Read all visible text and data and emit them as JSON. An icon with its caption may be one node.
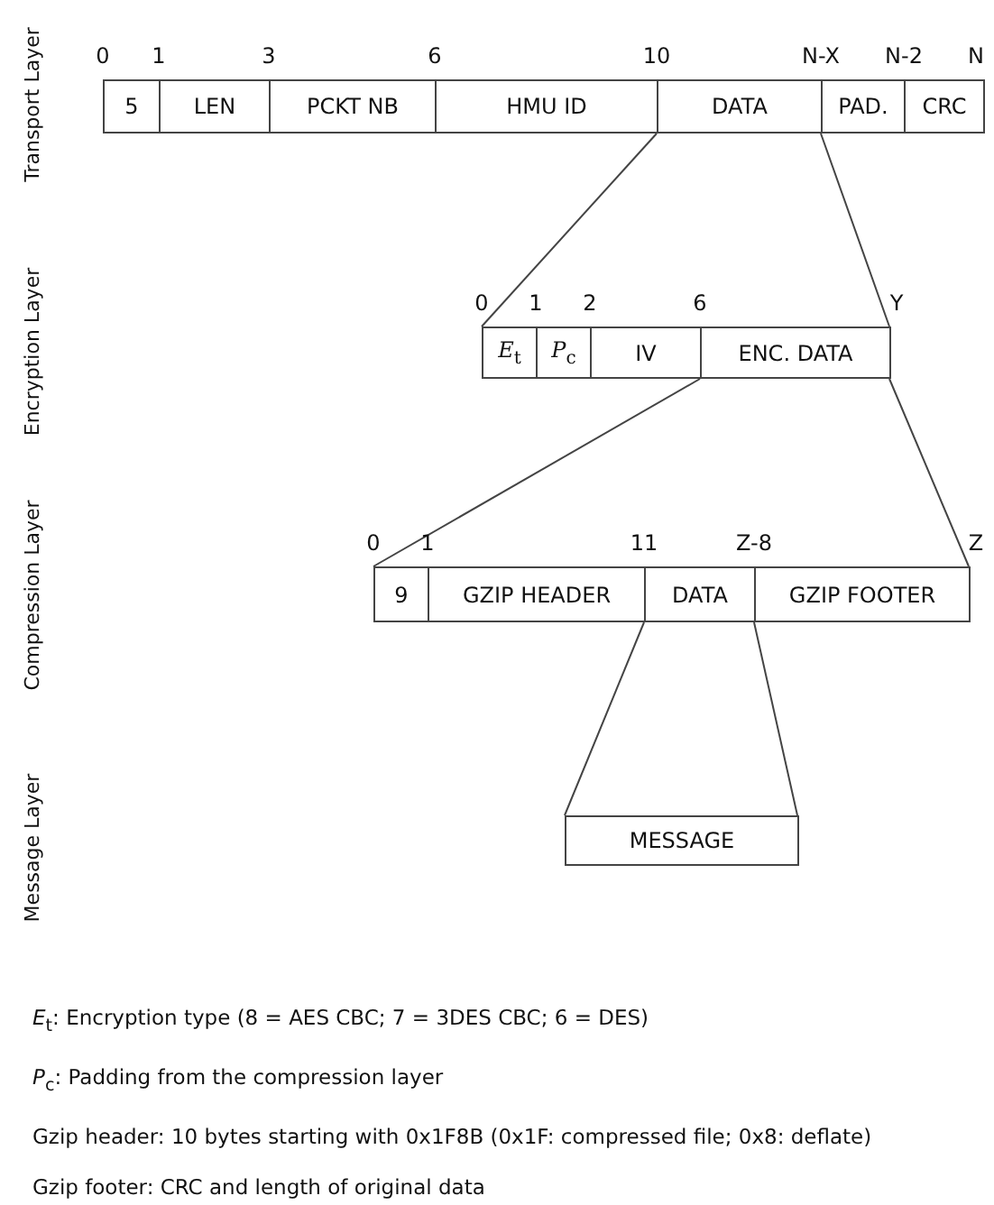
{
  "diagram": {
    "nodes": [
      {
        "text": [
          "5"
        ]
      },
      {
        "text": [
          "LEN"
        ]
      },
      {
        "text": [
          "PCKT NB"
        ]
      },
      {
        "text": [
          "HMU ID"
        ]
      },
      {
        "text": [
          "DATA"
        ]
      },
      {
        "text": [
          "PAD."
        ]
      },
      {
        "text": [
          "CRC"
        ]
      },
      {
        "text": [
          "*E*$_{t}$"
        ]
      },
      {
        "text": [
          "*P*$_{c}$"
        ]
      },
      {
        "text": [
          "IV"
        ]
      },
      {
        "text": [
          "ENC. DATA"
        ]
      },
      {
        "text": [
          "9"
        ]
      },
      {
        "text": [
          "GZIP HEADER"
        ]
      },
      {
        "text": [
          "DATA"
        ]
      },
      {
        "text": [
          "GZIP FOOTER"
        ]
      },
      {
        "text": [
          "MESSAGE"
        ]
      }
    ],
    "edges": [
      {
        "from": 4,
        "to": 7,
        "arrow": "none"
      },
      {
        "from": 4,
        "to": 10,
        "arrow": "none"
      },
      {
        "from": 10,
        "to": 11,
        "arrow": "none"
      },
      {
        "from": 10,
        "to": 14,
        "arrow": "none"
      },
      {
        "from": 13,
        "to": 15,
        "arrow": "none"
      },
      {
        "from": 13,
        "to": 15,
        "arrow": "none"
      }
    ],
    "labels": [
      "Transport Layer",
      "Encryption Layer",
      "Compression Layer",
      "Message Layer",
      "0",
      "1",
      "3",
      "6",
      "10",
      "N-X",
      "N-2",
      "N",
      "0",
      "1",
      "2",
      "6",
      "Y",
      "0",
      "1",
      "11",
      "Z-8",
      "Z",
      "*E*$_{t}$: Encryption type (8 = AES CBC; 7 = 3DES CBC; 6 = DES)",
      "*P*$_{c}$: Padding from the compression layer",
      "Gzip header: 10 bytes starting with 0x1F8B (0x1F: compressed file; 0x8: deflate)",
      "Gzip footer: CRC and length of original data"
    ]
  }
}
